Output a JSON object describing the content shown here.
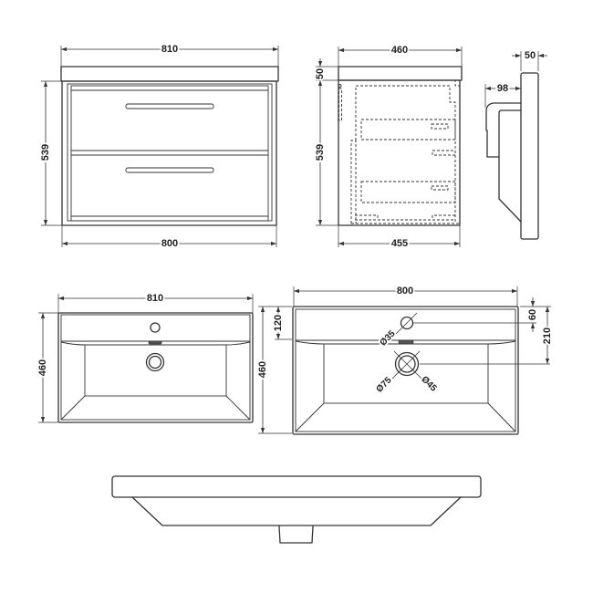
{
  "colors": {
    "line": "#333333",
    "text": "#222222",
    "overflow": "#555555",
    "background": "#ffffff"
  },
  "front_view": {
    "width_top": "810",
    "height": "539",
    "width_bottom": "800"
  },
  "side_view": {
    "depth_top": "460",
    "worktop_thickness": "50",
    "height": "539",
    "depth_bottom": "455"
  },
  "basin_profile": {
    "thickness": "50",
    "projection": "98"
  },
  "plan_view": {
    "width": "810",
    "depth": "460"
  },
  "plan_detail": {
    "width": "800",
    "depth": "460",
    "deck_depth": "120",
    "tap_offset": "60",
    "waste_offset": "210",
    "tap_hole": "Ø35",
    "waste_outer": "Ø75",
    "waste_inner": "Ø45"
  }
}
